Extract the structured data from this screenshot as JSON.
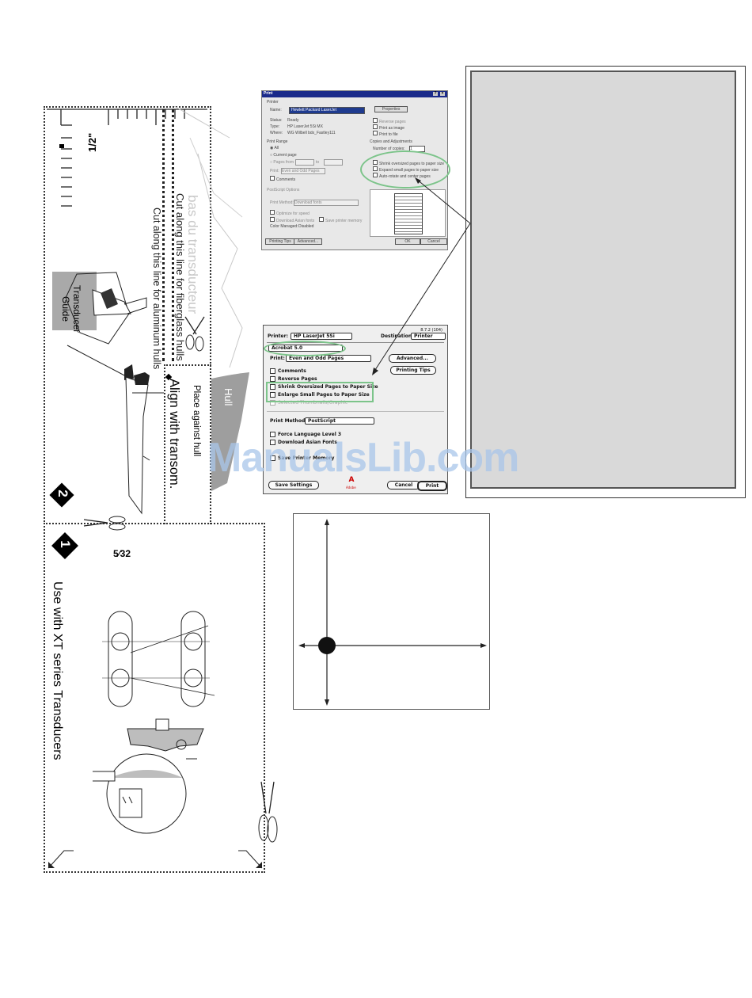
{
  "template": {
    "ruler_half_label": "1/2\"",
    "cut_fiberglass": "Cut along this line for fiberglass hulls",
    "cut_aluminum": "Cut along this line for aluminum hulls",
    "transducer_fr": "bas du transducteur",
    "transducer_guide": "Transducer Guide",
    "place_against_hull": "Place against hull",
    "align_transom": "Align with transom.",
    "hull_label": "Hull",
    "step2": "2",
    "step1": "1",
    "drill_size": "5⁄32",
    "use_with": "Use with XT series Transducers"
  },
  "windows_print_dialog": {
    "title": "Print",
    "printer_section": "Printer",
    "name_label": "Name:",
    "name_value": "Hewlett Packard LaserJet",
    "properties_button": "Properties",
    "status_label": "Status:",
    "status_value": "Ready",
    "type_label": "Type:",
    "type_value": "HP LaserJet 5Si MX",
    "where_label": "Where:",
    "where_value": "WG Wilbell bdx_Fastley111",
    "reverse_pages": "Reverse pages",
    "print_as_image": "Print as image",
    "print_to_file": "Print to file",
    "print_range": "Print Range",
    "all": "All",
    "current_page": "Current page",
    "pages_from": "Pages from",
    "to": "to",
    "print_label": "Print:",
    "print_value": "Even and Odd Pages",
    "comments": "Comments",
    "copies_section": "Copies and Adjustments",
    "number_of_copies": "Number of copies:",
    "copies_value": "1",
    "shrink": "Shrink oversized pages to paper size",
    "expand": "Expand small pages to paper size",
    "auto_rotate": "Auto-rotate and center pages",
    "postscript_options": "PostScript Options",
    "print_method": "Print Method:",
    "print_method_value": "Download fonts",
    "optimize": "Optimize for speed",
    "download_asian": "Download Asian fonts",
    "save_printer_memory": "Save printer memory",
    "color_managed": "Color Managed:",
    "color_value": "Disabled",
    "printing_tips": "Printing Tips",
    "advanced": "Advanced...",
    "ok": "OK",
    "cancel": "Cancel"
  },
  "mac_print_dialog": {
    "version": "8.7.2 (104)",
    "printer_label": "Printer:",
    "printer_value": "HP LaserJet 5Si",
    "destination_label": "Destination:",
    "destination_value": "Printer",
    "acrobat_value": "Acrobat 5.0",
    "print_label": "Print:",
    "print_value": "Even and Odd Pages",
    "advanced_button": "Advanced...",
    "printing_tips_button": "Printing Tips",
    "comments": "Comments",
    "reverse_pages": "Reverse Pages",
    "shrink": "Shrink Oversized Pages to Paper Size",
    "enlarge": "Enlarge Small Pages to Paper Size",
    "selected_thumbnails": "Selected Thumbnails/Graphic",
    "print_method_label": "Print Method:",
    "print_method_value": "PostScript",
    "force_language": "Force Language Level 3",
    "download_asian": "Download Asian Fonts",
    "save_printer_memory": "Save Printer Memory",
    "save_settings": "Save Settings",
    "adobe": "Adobe",
    "cancel": "Cancel",
    "print": "Print"
  },
  "watermark": "ManualsLib.com",
  "colors": {
    "highlight_green": "#7cc48a",
    "guide_gray": "#a9a9a9",
    "panel_gray": "#d9d9d9",
    "watermark_blue": "#a9c6ea"
  }
}
